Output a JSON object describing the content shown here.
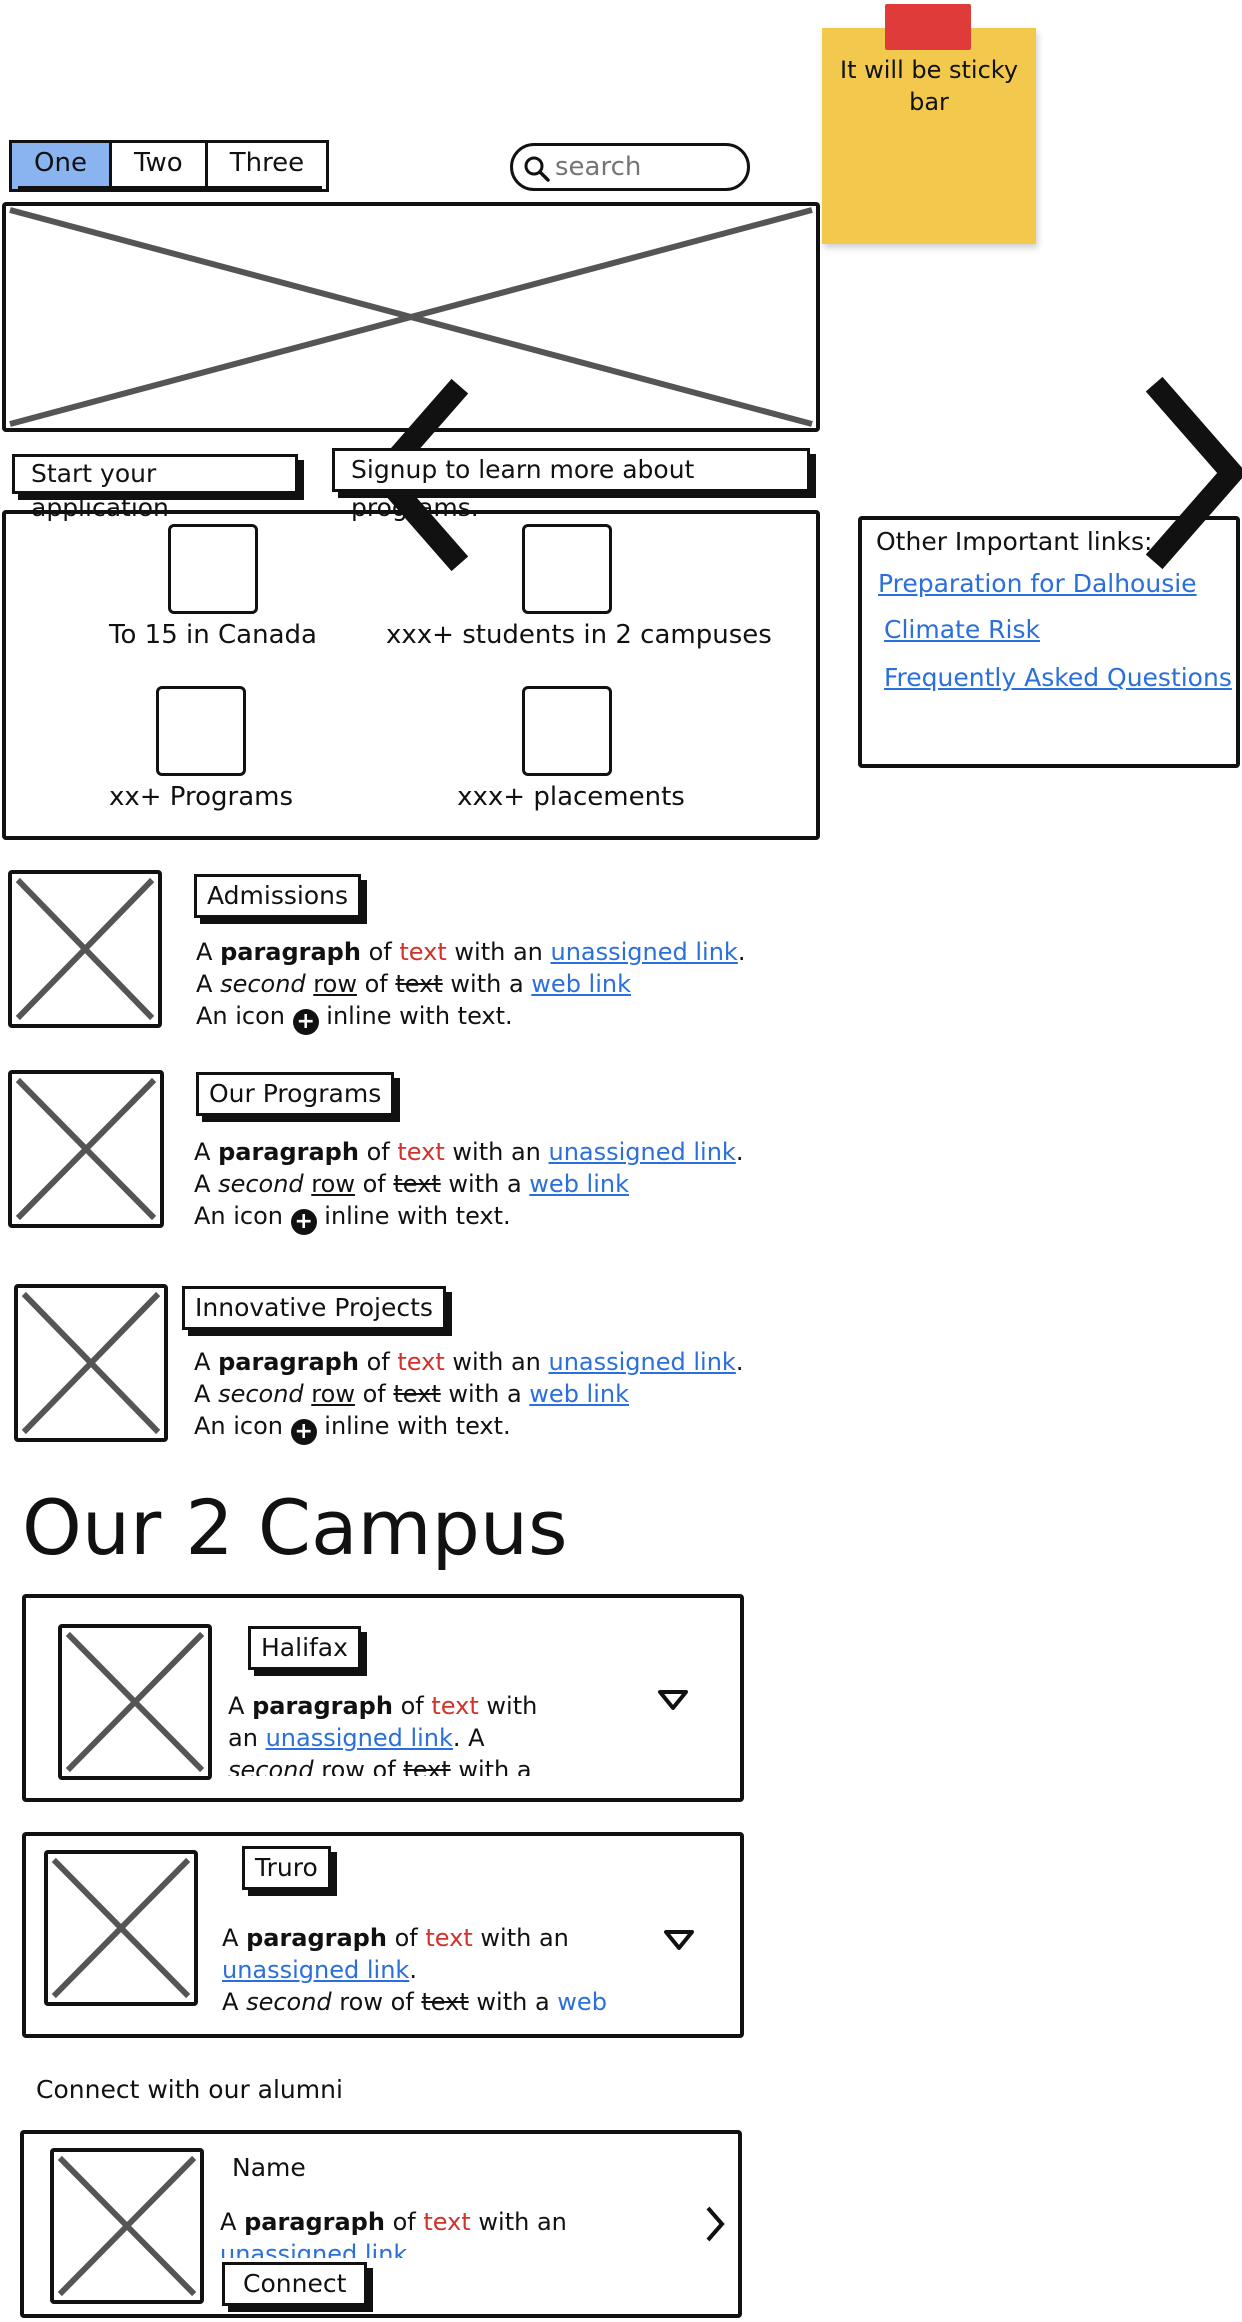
{
  "tabs": [
    {
      "label": "One",
      "selected": true
    },
    {
      "label": "Two",
      "selected": false
    },
    {
      "label": "Three",
      "selected": false
    }
  ],
  "search": {
    "placeholder": "search",
    "icon": "search-icon"
  },
  "sticky_note": {
    "text": "It will be sticky bar",
    "color": "#f2c94c",
    "tape_color": "#e03b3b"
  },
  "carousel": {
    "prev_icon": "chevron-left-icon",
    "next_icon": "chevron-right-icon"
  },
  "buttons": {
    "start_application": "Start your application",
    "signup": "Signup to learn more about programs."
  },
  "stats": [
    {
      "label": "To 15 in Canada"
    },
    {
      "label": "xxx+ students in 2 campuses"
    },
    {
      "label": "xx+ Programs"
    },
    {
      "label": "xxx+ placements"
    }
  ],
  "important_links": {
    "title": "Other Important links:",
    "links": [
      "Preparation for Dalhousie",
      "Climate Risk",
      "Frequently Asked Questions"
    ]
  },
  "paragraph": {
    "a": "A",
    "bold": "paragraph",
    "of": "of",
    "red": "text",
    "with_an": "with an",
    "link": "unassigned link",
    "period": ".",
    "a2": "A",
    "second": "second",
    "row": "row",
    "of2": "of",
    "strike": "text",
    "with_a": "with a",
    "web_link": "web link",
    "icon_before": "An icon",
    "icon_after": "inline with text."
  },
  "sections": [
    {
      "title": "Admissions"
    },
    {
      "title": "Our Programs"
    },
    {
      "title": "Innovative Projects"
    }
  ],
  "campus": {
    "heading": "Our 2 Campus",
    "items": [
      {
        "title": "Halifax",
        "toggle_icon": "triangle-down-icon"
      },
      {
        "title": "Truro",
        "toggle_icon": "triangle-down-icon"
      }
    ],
    "web_partial": "web"
  },
  "alumni": {
    "heading": "Connect with our alumni",
    "name": "Name",
    "connect_label": "Connect",
    "next_icon": "chevron-right-icon"
  },
  "colors": {
    "tab_selected": "#8ab4f0",
    "link": "#2a6fdb",
    "red_text": "#d0332a"
  }
}
